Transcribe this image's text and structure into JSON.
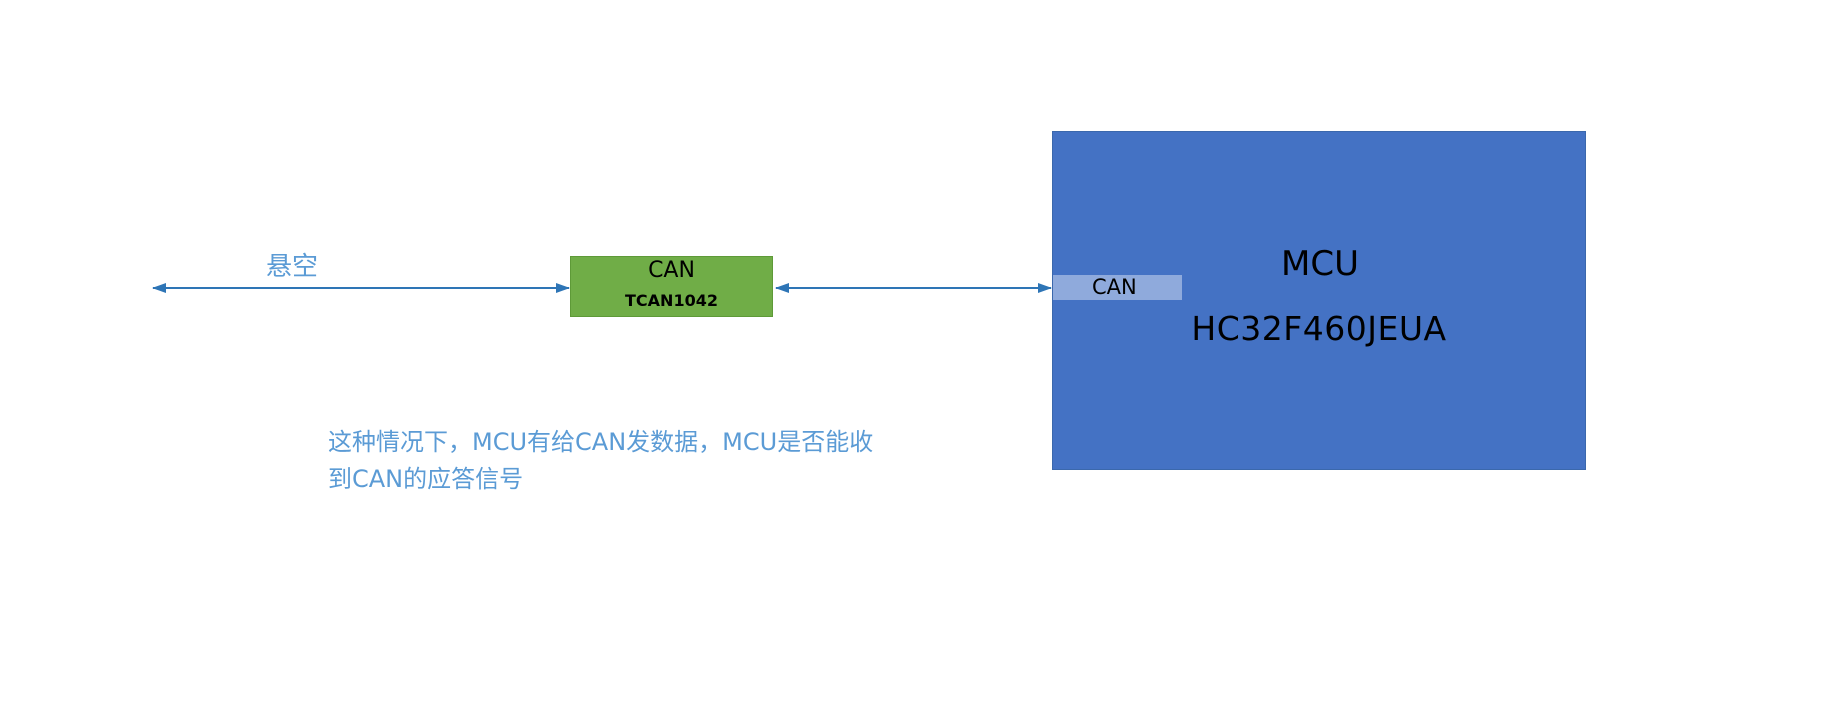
{
  "colors": {
    "background": "#ffffff",
    "arrow": "#2e75b6",
    "transceiver_fill": "#70ad47",
    "transceiver_text": "#000000",
    "mcu_fill": "#4472c4",
    "mcu_text": "#000000",
    "port_fill": "#8faadc",
    "annotation_text": "#5b9bd5"
  },
  "float_label": "悬空",
  "transceiver": {
    "label": "CAN",
    "part": "TCAN1042"
  },
  "mcu": {
    "title": "MCU",
    "part": "HC32F460JEUA",
    "port_label": "CAN"
  },
  "question": {
    "text": "这种情况下，MCU有给CAN发数据，MCU是否能收到CAN的应答信号"
  }
}
